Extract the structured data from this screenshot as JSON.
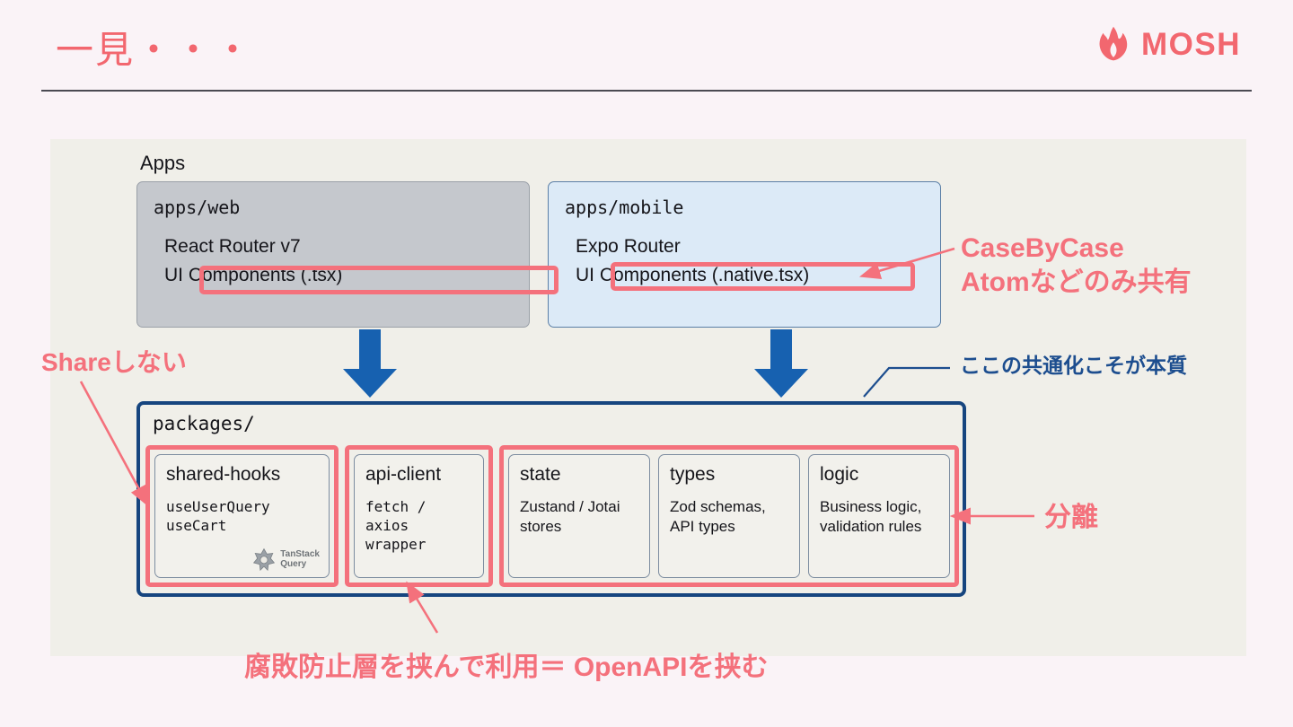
{
  "header": {
    "title": "一見・・・",
    "brand_name": "MOSH",
    "brand_icon": "flame-icon",
    "accent_color": "#f2676f",
    "rule_color": "#4a4a52"
  },
  "colors": {
    "page_background": "#faf3f7",
    "diagram_background": "#f0efe9",
    "coral": "#f4717c",
    "navy": "#16457f",
    "web_box": "#c5c8cd",
    "mobile_box": "#dceaf7"
  },
  "diagram": {
    "section_label": "Apps",
    "apps": [
      {
        "path": "apps/web",
        "lines": [
          "React Router v7",
          "UI Components (.tsx)"
        ],
        "highlighted_line": "UI Components (.tsx)",
        "fill": "#c5c8cd"
      },
      {
        "path": "apps/mobile",
        "lines": [
          "Expo Router",
          "UI Components (.native.tsx)"
        ],
        "highlighted_line": "UI Components (.native.tsx)",
        "fill": "#dceaf7"
      }
    ],
    "packages": {
      "label": "packages/",
      "cards": [
        {
          "name": "shared-hooks",
          "body": "useUserQuery\nuseCart",
          "body_mono": true,
          "badge": "TanStack Query"
        },
        {
          "name": "api-client",
          "body": "fetch / axios\nwrapper",
          "body_mono": true,
          "badge": ""
        },
        {
          "name": "state",
          "body": "Zustand / Jotai\nstores",
          "body_mono": false,
          "badge": ""
        },
        {
          "name": "types",
          "body": "Zod schemas,\nAPI types",
          "body_mono": false,
          "badge": ""
        },
        {
          "name": "logic",
          "body": "Business logic,\nvalidation rules",
          "body_mono": false,
          "badge": ""
        }
      ]
    }
  },
  "annotations": {
    "case_by_case": "CaseByCase\nAtomなどのみ共有",
    "case_by_case_line1": "CaseByCase",
    "case_by_case_line2": "Atomなどのみ共有",
    "share_shinai": "Shareしない",
    "kyotsuka": "ここの共通化こそが本質",
    "bunri": "分離",
    "bottom": "腐敗防止層を挟んで利用＝ OpenAPIを挟む"
  },
  "tanstack": {
    "line1": "TanStack",
    "line2": "Query"
  }
}
